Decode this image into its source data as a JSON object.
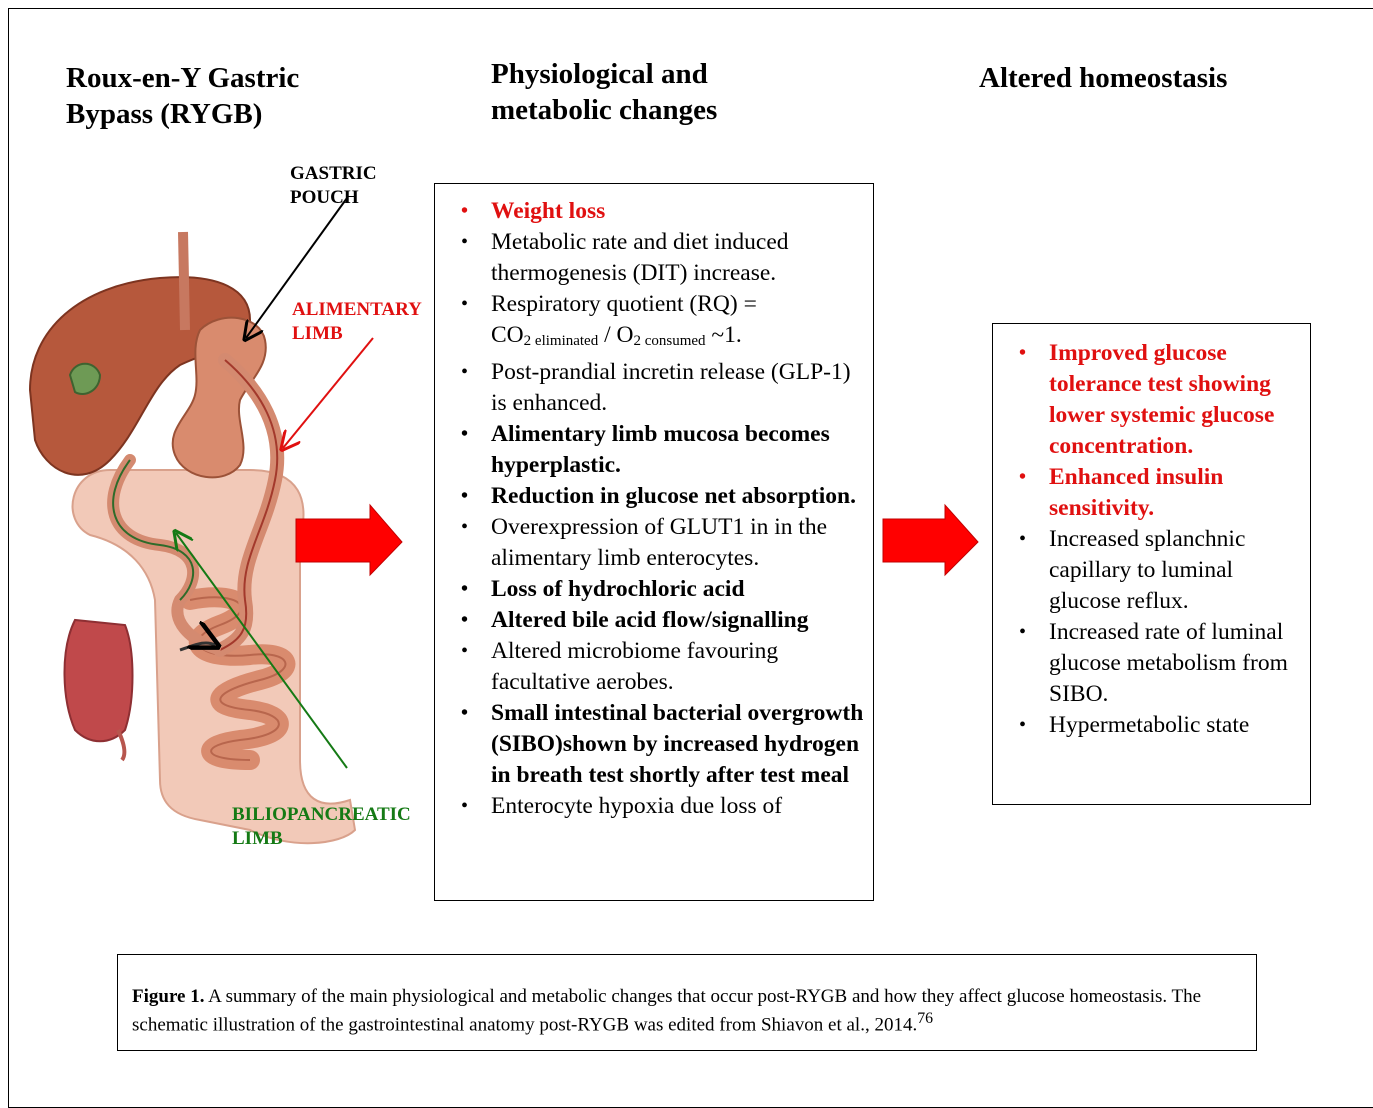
{
  "headings": {
    "rygb": "Roux-en-Y Gastric Bypass (RYGB)",
    "changes": "Physiological and metabolic changes",
    "homeostasis": "Altered homeostasis"
  },
  "labels": {
    "gastric_pouch": "GASTRIC POUCH",
    "alimentary_limb": "ALIMENTARY LIMB",
    "biliopancreatic_limb": "BILIOPANCREATIC LIMB"
  },
  "changes": {
    "weight_loss": "Weight loss",
    "metabolic_rate": "Metabolic rate and diet induced thermogenesis (DIT) increase.",
    "rq_prefix": "Respiratory quotient (RQ) =",
    "rq_co2": "CO",
    "rq_sub1": "2 eliminated",
    "rq_sep": " / O",
    "rq_sub2": "2 consumed",
    "rq_tail": " ~1.",
    "incretin": "Post-prandial incretin release (GLP-1) is enhanced.",
    "hyperplastic": "Alimentary limb mucosa becomes hyperplastic.",
    "glucose_absorption": "Reduction in glucose net absorption.",
    "glut1": "Overexpression of GLUT1 in in the alimentary limb enterocytes.",
    "hcl": "Loss of hydrochloric acid",
    "bile": "Altered bile acid flow/signalling",
    "microbiome": "Altered microbiome favouring facultative aerobes.",
    "sibo": "Small intestinal bacterial overgrowth (SIBO)shown by increased hydrogen in breath test shortly after test meal",
    "hypoxia": "Enterocyte hypoxia due loss of"
  },
  "homeostasis": {
    "gtt": "Improved glucose tolerance test showing lower systemic glucose concentration.",
    "insulin": "Enhanced insulin sensitivity.",
    "splanchnic": "Increased splanchnic capillary to luminal glucose reflux.",
    "metabolism": "Increased rate of luminal glucose metabolism from SIBO.",
    "hypermetabolic": "Hypermetabolic state"
  },
  "caption": {
    "label": "Figure 1.",
    "text": " A summary of the main physiological and metabolic changes that occur post-RYGB and how they affect glucose homeostasis. The schematic illustration of the gastrointestinal anatomy post-RYGB was edited from Shiavon et al., 2014.",
    "ref": "76"
  },
  "colors": {
    "red_text": "#e01010",
    "green_text": "#157a15",
    "arrow_fill": "#ff0000",
    "liver": "#b6583c",
    "stomach": "#d98b6e",
    "colon": "#f2c9b8"
  }
}
